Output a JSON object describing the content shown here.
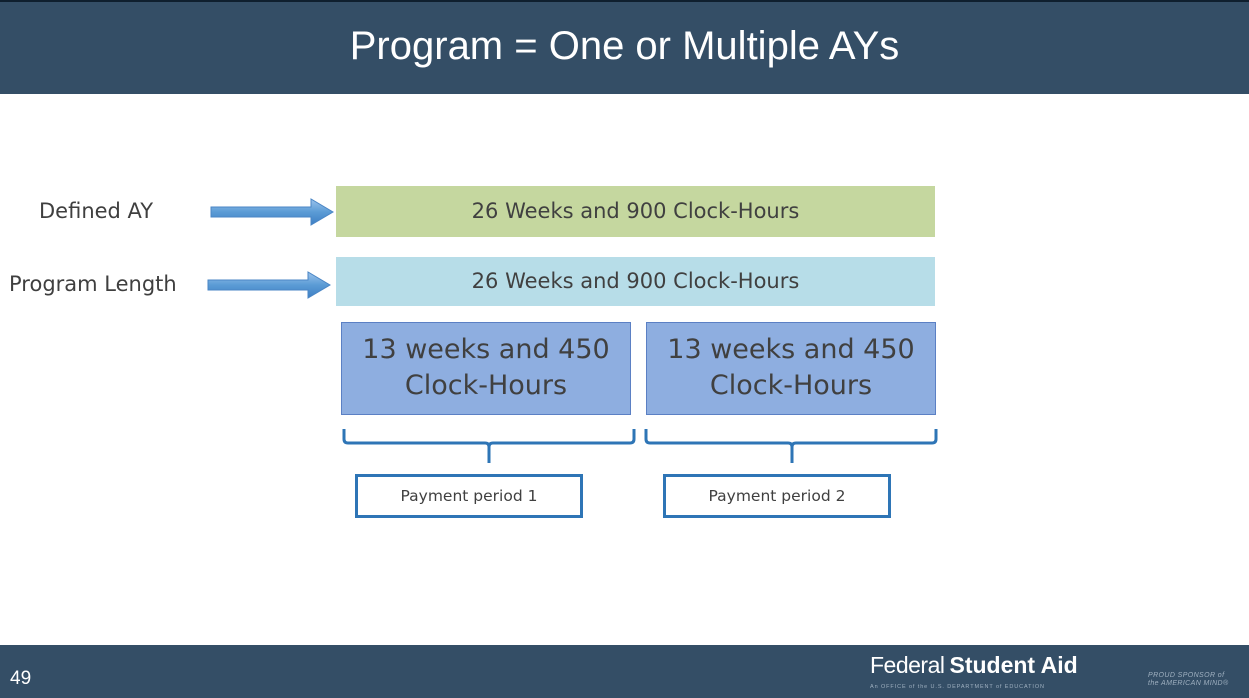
{
  "slide": {
    "title": "Program = One or Multiple AYs",
    "page_number": "49"
  },
  "rows": [
    {
      "label": "Defined AY",
      "bar_text": "26 Weeks and 900 Clock-Hours",
      "bar_color": "#c5d79f"
    },
    {
      "label": "Program Length",
      "bar_text": "26 Weeks and 900 Clock-Hours",
      "bar_color": "#b7dde8"
    }
  ],
  "periods": [
    {
      "line1": "13 weeks and 450",
      "line2": "Clock-Hours",
      "payment_label": "Payment period 1"
    },
    {
      "line1": "13 weeks and 450",
      "line2": "Clock-Hours",
      "payment_label": "Payment period 2"
    }
  ],
  "footer": {
    "logo_word1": "Federal",
    "logo_word2": "Student Aid",
    "logo_tagline": "An OFFICE of the U.S. DEPARTMENT of EDUCATION",
    "sponsor_line1": "PROUD SPONSOR of",
    "sponsor_line2": "the AMERICAN MIND®"
  },
  "colors": {
    "header_bg": "#344e66",
    "arrow_fill": "#5b9bd5",
    "period_fill": "#8eaee0",
    "bracket_stroke": "#2e75b6"
  }
}
